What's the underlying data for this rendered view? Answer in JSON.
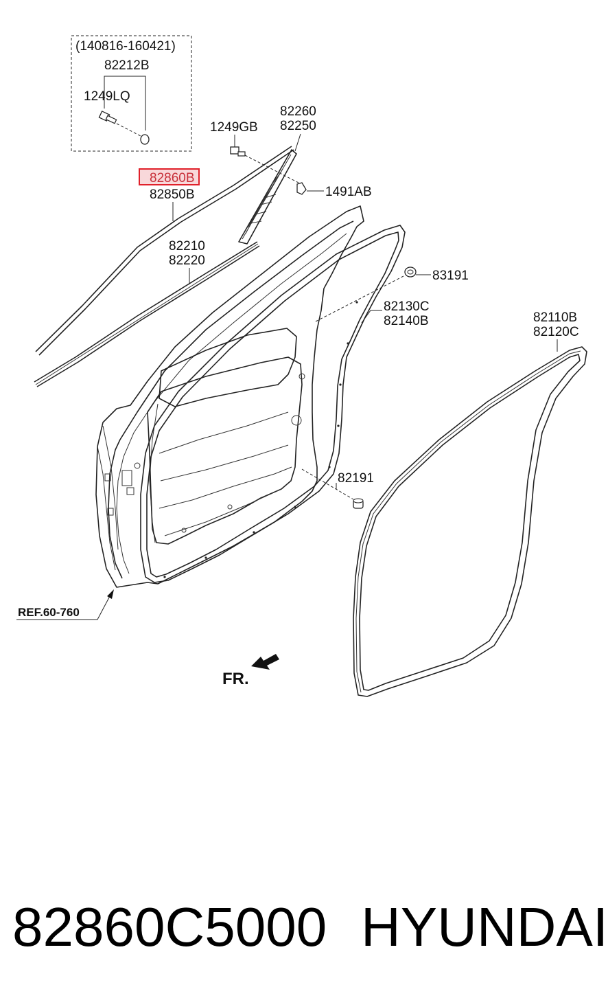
{
  "inset": {
    "date_range": "(140816-160421)",
    "part_a": "82212B",
    "part_b": "1249LQ"
  },
  "labels": {
    "l1249gb": "1249GB",
    "l82260": "82260",
    "l82250": "82250",
    "l82860b": "82860B",
    "l82850b": "82850B",
    "l1491ab": "1491AB",
    "l82210": "82210",
    "l82220": "82220",
    "l83191": "83191",
    "l82130c": "82130C",
    "l82140b": "82140B",
    "l82110b": "82110B",
    "l82120c": "82120C",
    "l82191": "82191"
  },
  "ref_label": "REF.60-760",
  "direction_label": "FR.",
  "highlight": {
    "part": "82860B",
    "color": "#e0202a"
  },
  "footer": {
    "part_number": "82860C5000",
    "brand": "HYUNDAI"
  }
}
